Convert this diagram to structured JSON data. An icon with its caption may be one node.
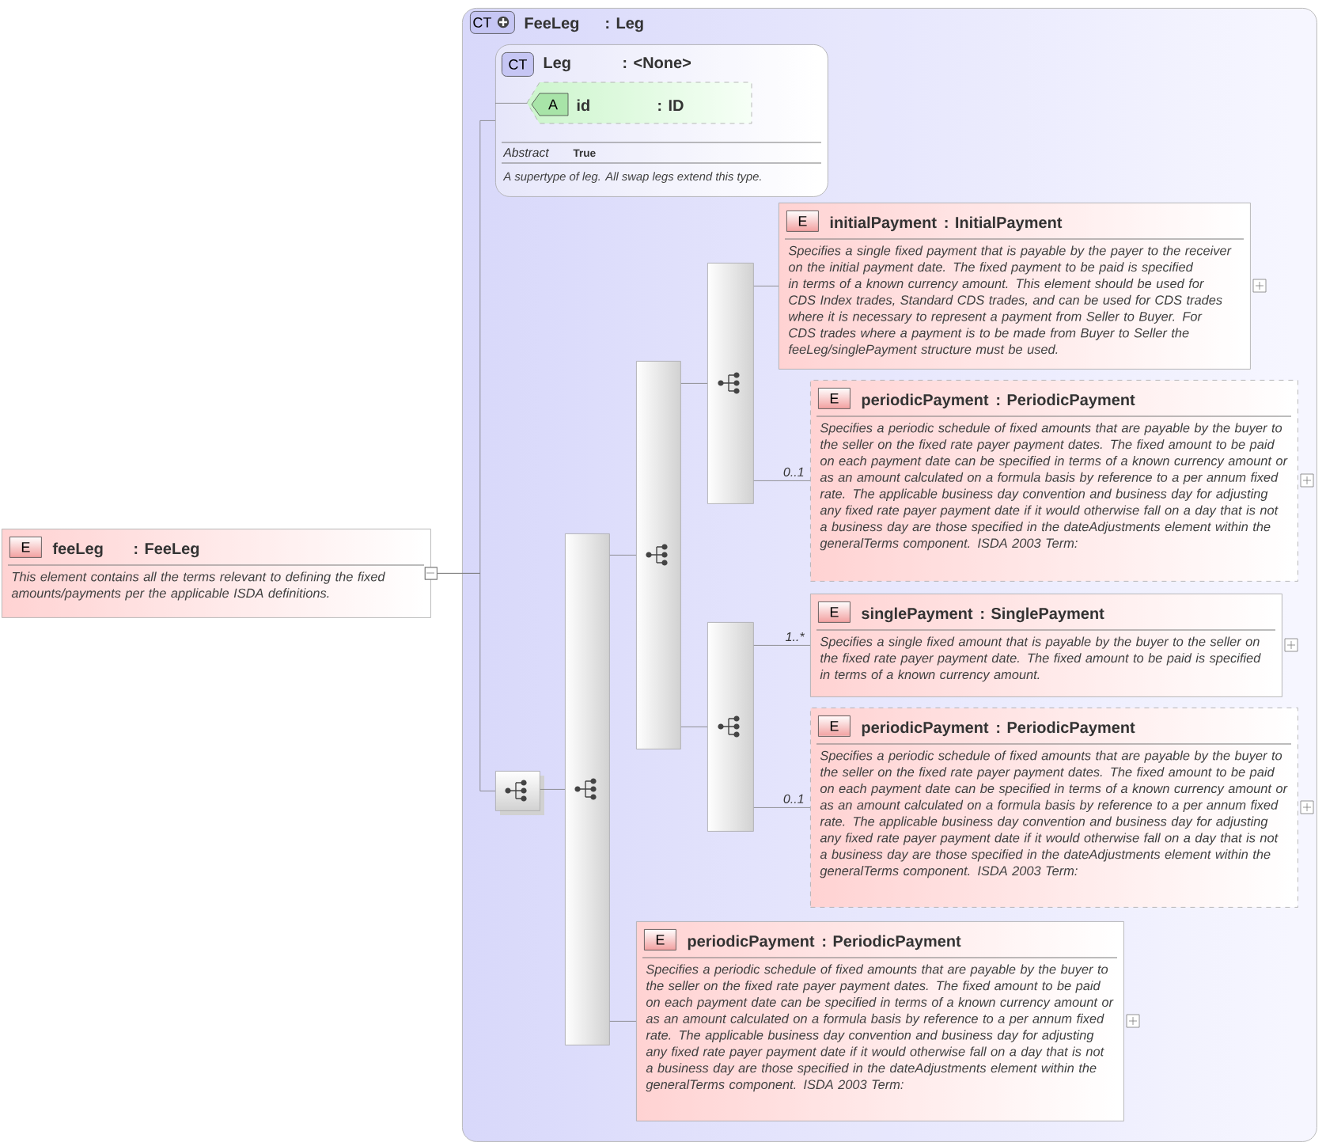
{
  "diagram": {
    "nodes": [
      {
        "text": [
          "E",
          "feeLeg",
          ": FeeLeg",
          "This element contains all the terms relevant to defining the fixed amounts/payments per the applicable ISDA definitions."
        ]
      },
      {
        "text": [
          "CT",
          "FeeLeg",
          ": Leg"
        ]
      },
      {
        "text": [
          "CT",
          "Leg",
          ": <None>",
          "Abstract",
          "True",
          "A supertype of leg. All swap legs extend this type."
        ],
        "in": 1
      },
      {
        "text": [
          "A",
          "id",
          ": ID"
        ],
        "in": 2
      },
      {
        "text": [],
        "shape": "box",
        "in": 1
      },
      {
        "text": [],
        "shape": "bar",
        "in": 1
      },
      {
        "text": [],
        "shape": "bar",
        "in": 1
      },
      {
        "text": [],
        "shape": "bar",
        "in": 1
      },
      {
        "text": [],
        "shape": "bar",
        "in": 1
      },
      {
        "text": [
          "E",
          "initialPayment",
          ": InitialPayment",
          "Specifies a single fixed payment that is payable by the payer to the receiver on the initial payment date. The fixed payment to be paid is specified in terms of a known currency amount. This element should be used for CDS Index trades, Standard CDS trades, and can be used for CDS trades where it is necessary to represent a payment from Seller to Buyer. For CDS trades where a payment is to be made from Buyer to Seller the feeLeg/singlePayment structure must be used."
        ],
        "in": 1
      },
      {
        "text": [
          "E",
          "periodicPayment",
          ": PeriodicPayment",
          "Specifies a periodic schedule of fixed amounts that are payable by the buyer to the seller on the fixed rate payer payment dates. The fixed amount to be paid on each payment date can be specified in terms of a known currency amount or as an amount calculated on a formula basis by reference to a per annum fixed rate. The applicable business day convention and business day for adjusting any fixed rate payer payment date if it would otherwise fall on a day that is not a business day are those specified in the dateAdjustments element within the generalTerms component. ISDA 2003 Term:"
        ],
        "in": 1
      },
      {
        "text": [
          "E",
          "singlePayment",
          ": SinglePayment",
          "Specifies a single fixed amount that is payable by the buyer to the seller on the fixed rate payer payment date. The fixed amount to be paid is specified in terms of a known currency amount."
        ],
        "in": 1
      },
      {
        "text": [
          "E",
          "periodicPayment",
          ": PeriodicPayment",
          "Specifies a periodic schedule of fixed amounts that are payable by the buyer to the seller on the fixed rate payer payment dates. The fixed amount to be paid on each payment date can be specified in terms of a known currency amount or as an amount calculated on a formula basis by reference to a per annum fixed rate. The applicable business day convention and business day for adjusting any fixed rate payer payment date if it would otherwise fall on a day that is not a business day are those specified in the dateAdjustments element within the generalTerms component. ISDA 2003 Term:"
        ],
        "in": 1
      },
      {
        "text": [
          "E",
          "periodicPayment",
          ": PeriodicPayment",
          "Specifies a periodic schedule of fixed amounts that are payable by the buyer to the seller on the fixed rate payer payment dates. The fixed amount to be paid on each payment date can be specified in terms of a known currency amount or as an amount calculated on a formula basis by reference to a per annum fixed rate. The applicable business day convention and business day for adjusting any fixed rate payer payment date if it would otherwise fall on a day that is not a business day are those specified in the dateAdjustments element within the generalTerms component. ISDA 2003 Term:"
        ],
        "in": 1
      }
    ],
    "edges": [
      {
        "from": 0,
        "to": 2,
        "arrow": "other"
      },
      {
        "from": 0,
        "to": 4,
        "arrow": "other"
      },
      {
        "from": 2,
        "to": 3,
        "arrow": "none"
      },
      {
        "from": 4,
        "to": 5,
        "arrow": "none"
      },
      {
        "from": 5,
        "to": 6,
        "arrow": "none"
      },
      {
        "from": 5,
        "to": 13,
        "arrow": "none"
      },
      {
        "from": 6,
        "to": 7,
        "arrow": "none"
      },
      {
        "from": 6,
        "to": 8,
        "arrow": "none"
      },
      {
        "from": 7,
        "to": 9,
        "arrow": "none"
      },
      {
        "from": 7,
        "to": 10,
        "arrow": "none",
        "label": "0..1"
      },
      {
        "from": 8,
        "to": 11,
        "arrow": "none",
        "label": "1..*"
      },
      {
        "from": 8,
        "to": 12,
        "arrow": "none",
        "label": "0..1"
      }
    ]
  }
}
